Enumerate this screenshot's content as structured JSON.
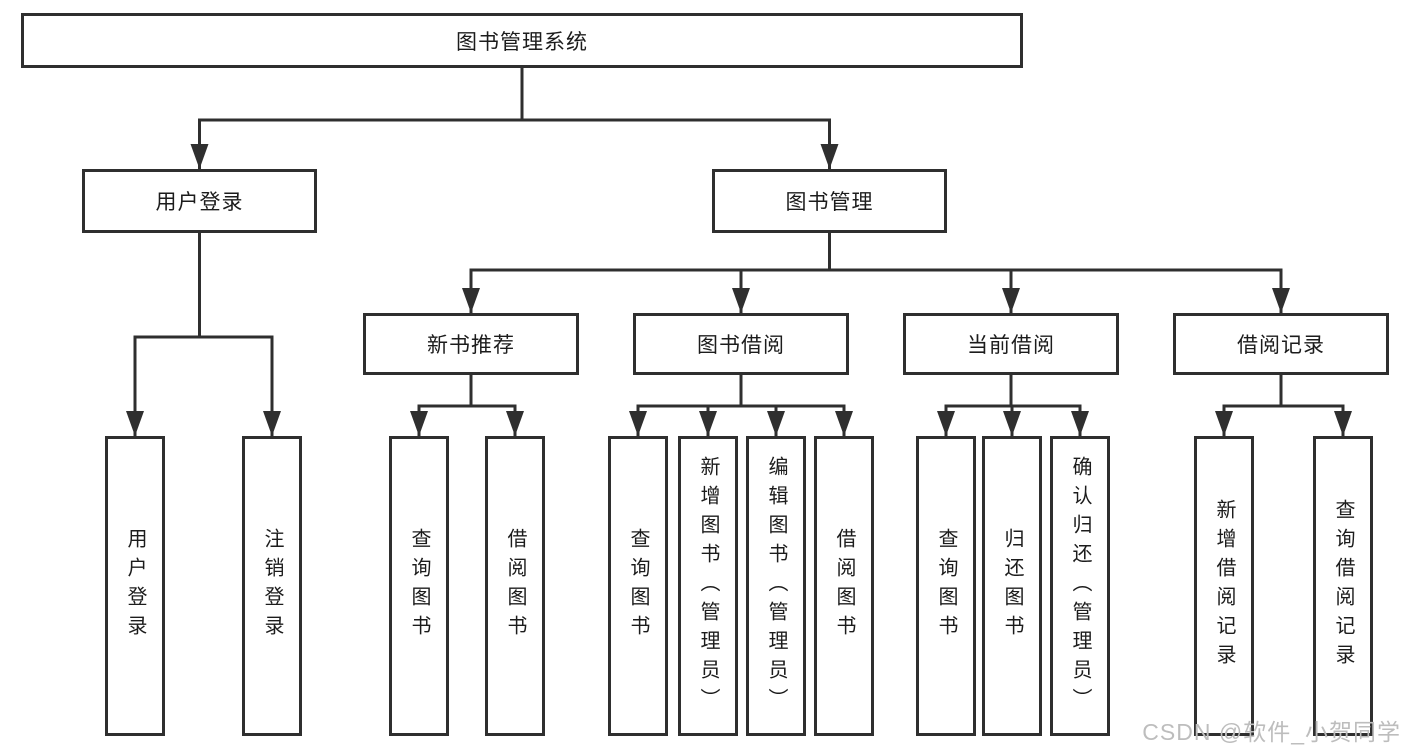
{
  "diagram": {
    "title_node": {
      "label": "图书管理系统"
    },
    "level2": [
      {
        "label": "用户登录"
      },
      {
        "label": "图书管理"
      }
    ],
    "level3": [
      {
        "label": "新书推荐"
      },
      {
        "label": "图书借阅"
      },
      {
        "label": "当前借阅"
      },
      {
        "label": "借阅记录"
      }
    ],
    "leaves": {
      "user_login": [
        "用户登录",
        "注销登录"
      ],
      "new_book_recommend": [
        "查询图书",
        "借阅图书"
      ],
      "book_borrowing": [
        "查询图书",
        "新增图书（管理员）",
        "编辑图书（管理员）",
        "借阅图书"
      ],
      "current_borrowing": [
        "查询图书",
        "归还图书",
        "确认归还（管理员）"
      ],
      "borrowing_records": [
        "新增借阅记录",
        "查询借阅记录"
      ]
    }
  },
  "watermark": "CSDN @软件_小贺同学",
  "colors": {
    "line": "#2f2f2f",
    "text": "#1c1c1c",
    "background": "#ffffff",
    "watermark": "#bdbdbd"
  }
}
